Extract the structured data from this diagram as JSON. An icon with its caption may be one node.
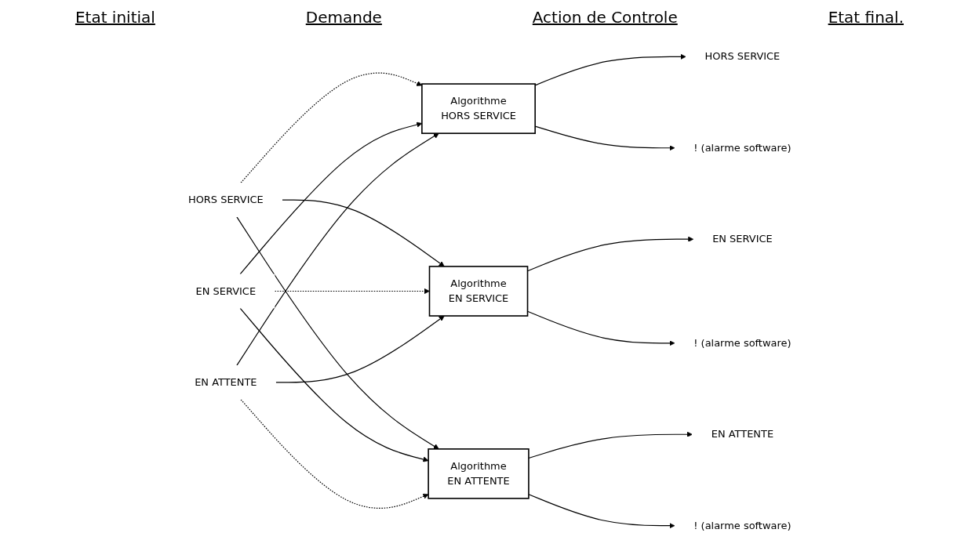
{
  "diagram": {
    "nodes": [
      {
        "text": [
          "HORS SERVICE"
        ]
      },
      {
        "text": [
          "EN SERVICE"
        ]
      },
      {
        "text": [
          "EN ATTENTE"
        ]
      },
      {
        "text": [
          "Algorithme",
          "HORS SERVICE"
        ]
      },
      {
        "text": [
          "Algorithme",
          "EN SERVICE"
        ]
      },
      {
        "text": [
          "Algorithme",
          "EN ATTENTE"
        ]
      },
      {
        "text": [
          "HORS SERVICE"
        ]
      },
      {
        "text": [
          "EN SERVICE"
        ]
      },
      {
        "text": [
          "EN ATTENTE"
        ]
      },
      {
        "text": [
          "! (alarme software)"
        ]
      },
      {
        "text": [
          "! (alarme software)"
        ]
      },
      {
        "text": [
          "! (alarme software)"
        ]
      }
    ],
    "edges": [
      {
        "from": 0,
        "to": 3,
        "arrow": "to",
        "style": "dashed"
      },
      {
        "from": 0,
        "to": 4,
        "arrow": "to"
      },
      {
        "from": 0,
        "to": 5,
        "arrow": "to"
      },
      {
        "from": 1,
        "to": 3,
        "arrow": "to"
      },
      {
        "from": 1,
        "to": 4,
        "arrow": "to",
        "style": "dashed"
      },
      {
        "from": 1,
        "to": 5,
        "arrow": "to"
      },
      {
        "from": 2,
        "to": 3,
        "arrow": "to"
      },
      {
        "from": 2,
        "to": 4,
        "arrow": "to"
      },
      {
        "from": 2,
        "to": 5,
        "arrow": "to",
        "style": "dashed"
      },
      {
        "from": 3,
        "to": 6,
        "arrow": "to"
      },
      {
        "from": 3,
        "to": 9,
        "arrow": "to"
      },
      {
        "from": 4,
        "to": 7,
        "arrow": "to"
      },
      {
        "from": 4,
        "to": 10,
        "arrow": "to"
      },
      {
        "from": 5,
        "to": 8,
        "arrow": "to"
      },
      {
        "from": 5,
        "to": 11,
        "arrow": "to"
      }
    ],
    "labels": [
      "Etat initial",
      "Demande",
      "Action de Controle",
      "Etat final."
    ]
  }
}
